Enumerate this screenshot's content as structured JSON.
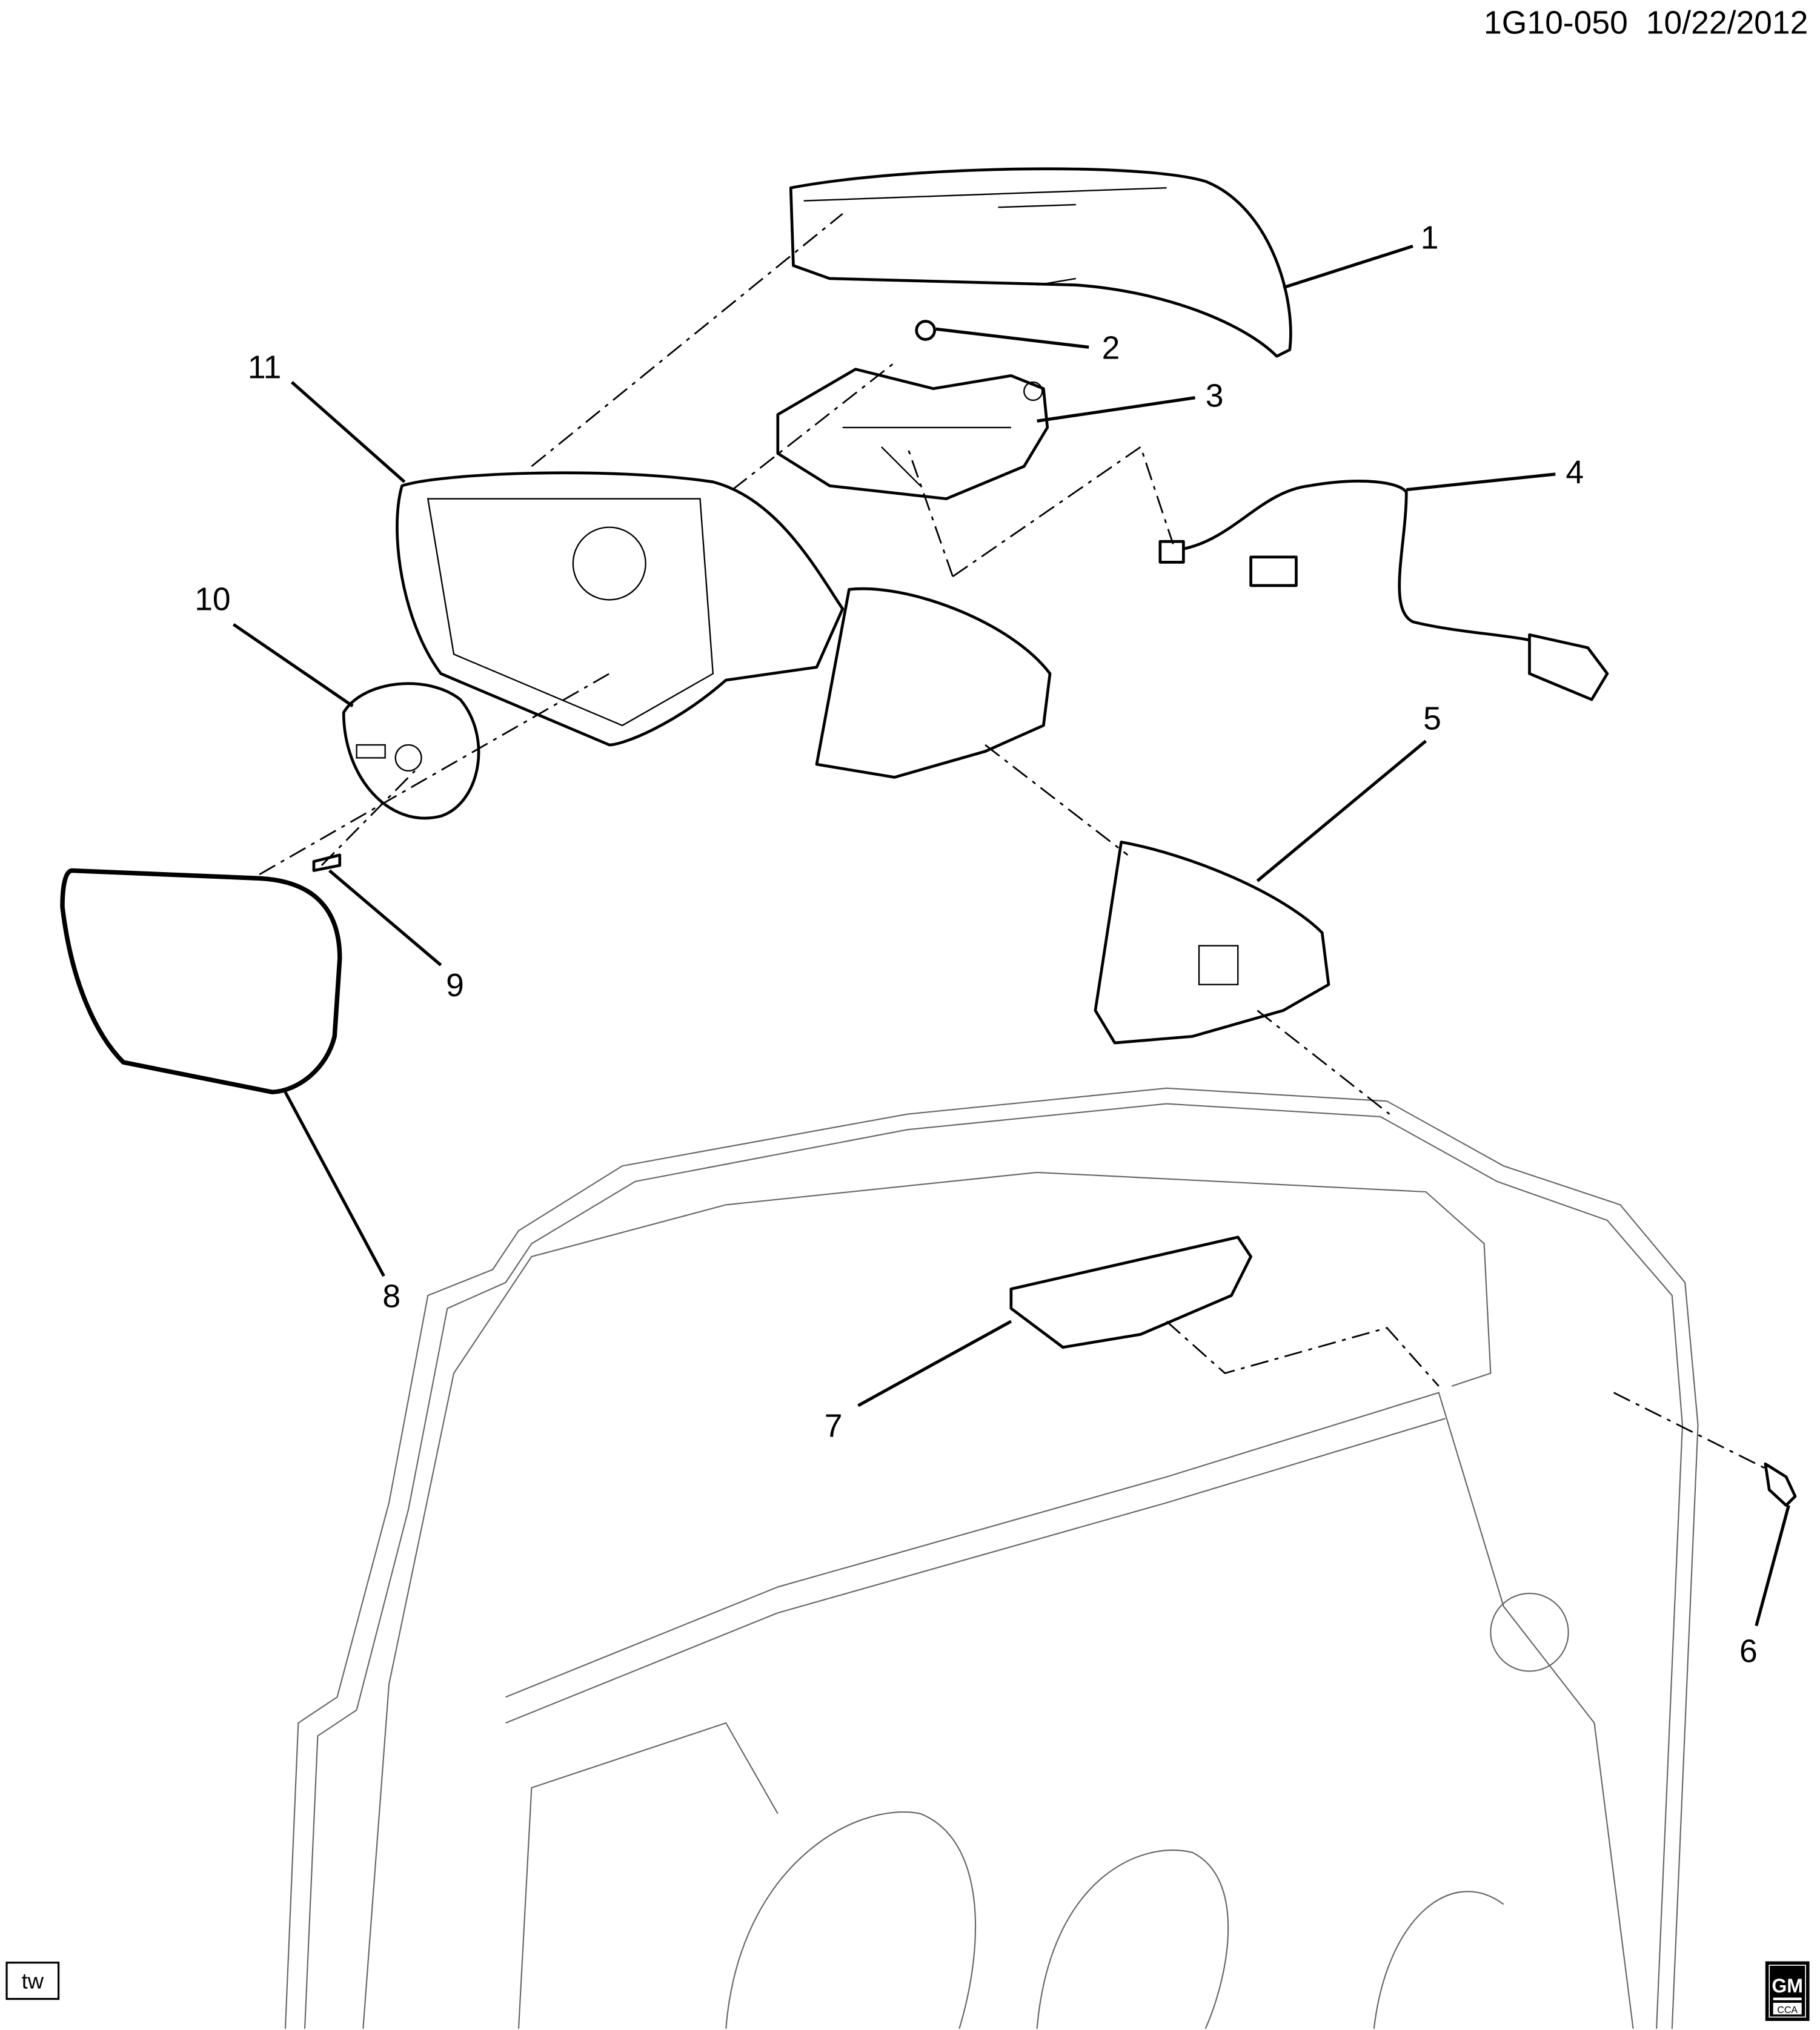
{
  "header": {
    "diagram_id": "1G10-050",
    "date": "10/22/2012"
  },
  "footer": {
    "tw_badge": "tw",
    "logo_main": "GM",
    "logo_sub": "CCA"
  },
  "callouts": [
    "1",
    "2",
    "3",
    "4",
    "5",
    "6",
    "7",
    "8",
    "9",
    "10",
    "11"
  ]
}
